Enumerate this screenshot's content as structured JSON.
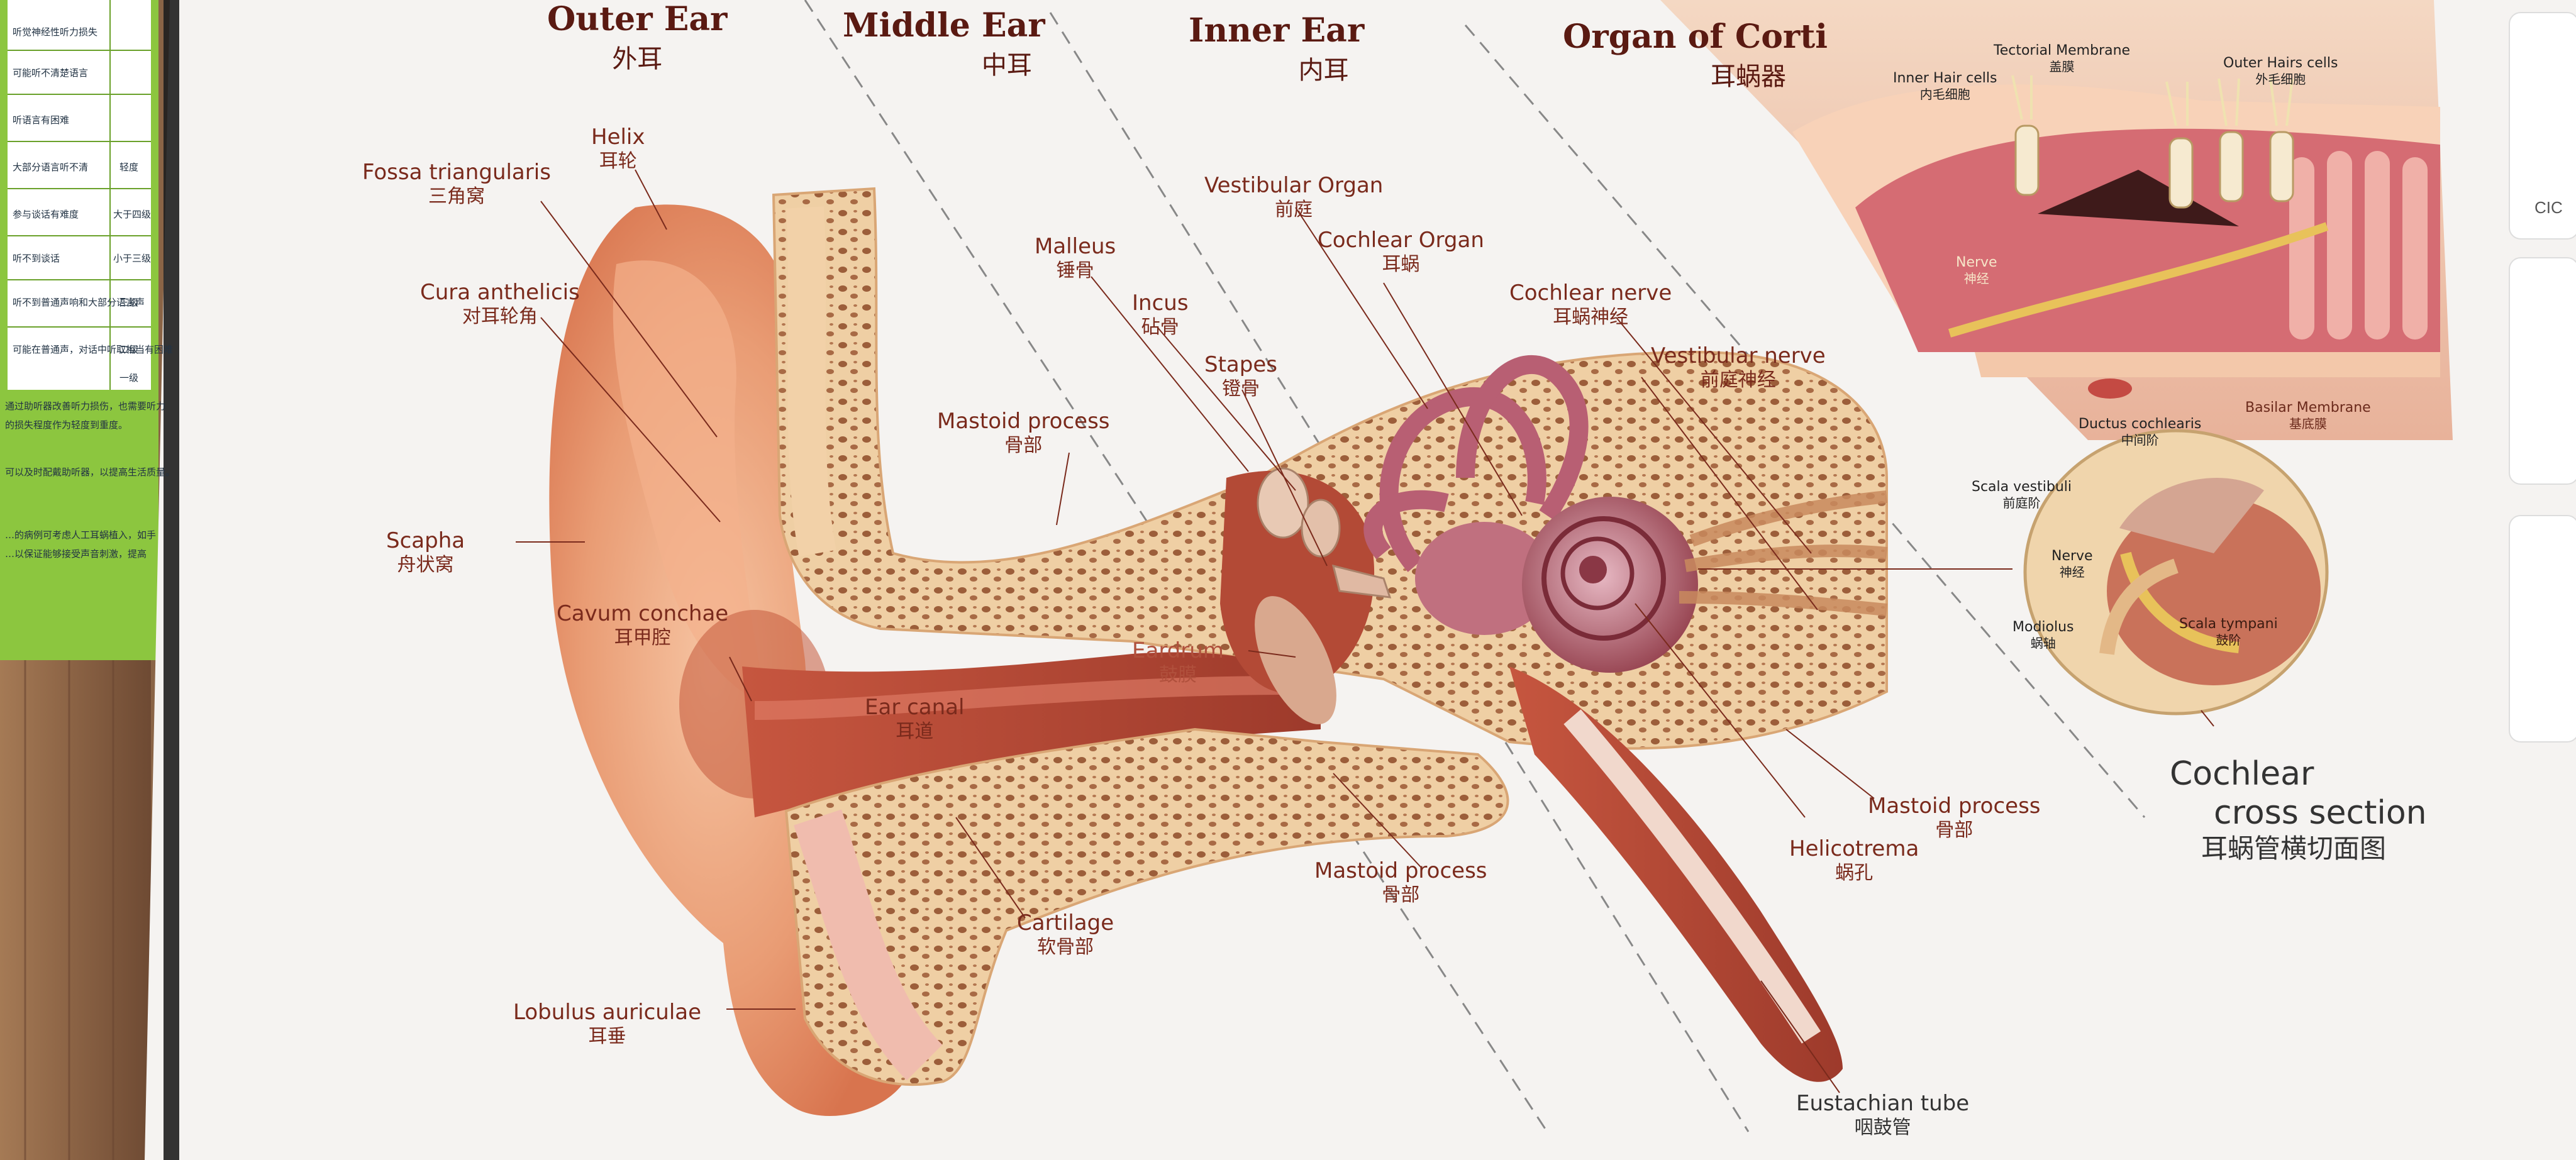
{
  "sections": {
    "outer": {
      "en": "Outer Ear",
      "zh": "外耳"
    },
    "middle": {
      "en": "Middle Ear",
      "zh": "中耳"
    },
    "inner": {
      "en": "Inner Ear",
      "zh": "内耳"
    },
    "corti": {
      "en": "Organ of Corti",
      "zh": "耳蜗器"
    }
  },
  "labels": {
    "helix": {
      "en": "Helix",
      "zh": "耳轮"
    },
    "fossa": {
      "en": "Fossa triangularis",
      "zh": "三角窝"
    },
    "cura": {
      "en": "Cura anthelicis",
      "zh": "对耳轮角"
    },
    "scapha": {
      "en": "Scapha",
      "zh": "舟状窝"
    },
    "cavum": {
      "en": "Cavum conchae",
      "zh": "耳甲腔"
    },
    "canal": {
      "en": "Ear canal",
      "zh": "耳道"
    },
    "lobulus": {
      "en": "Lobulus auriculae",
      "zh": "耳垂"
    },
    "cartilage": {
      "en": "Cartilage",
      "zh": "软骨部"
    },
    "mastoid1": {
      "en": "Mastoid process",
      "zh": "骨部"
    },
    "mastoid2": {
      "en": "Mastoid process",
      "zh": "骨部"
    },
    "mastoid3": {
      "en": "Mastoid process",
      "zh": "骨部"
    },
    "malleus": {
      "en": "Malleus",
      "zh": "锤骨"
    },
    "incus": {
      "en": "Incus",
      "zh": "砧骨"
    },
    "stapes": {
      "en": "Stapes",
      "zh": "镫骨"
    },
    "eardrum": {
      "en": "Eardrum",
      "zh": "鼓膜"
    },
    "vestibular_organ": {
      "en": "Vestibular Organ",
      "zh": "前庭"
    },
    "cochlear_organ": {
      "en": "Cochlear Organ",
      "zh": "耳蜗"
    },
    "cochlear_nerve": {
      "en": "Cochlear nerve",
      "zh": "耳蜗神经"
    },
    "vestibular_nerve": {
      "en": "Vestibular nerve",
      "zh": "前庭神经"
    },
    "helicotrema": {
      "en": "Helicotrema",
      "zh": "蜗孔"
    },
    "eustachian": {
      "en": "Eustachian tube",
      "zh": "咽鼓管"
    }
  },
  "corti_labels": {
    "inner_hair": {
      "en": "Inner Hair cells",
      "zh": "内毛细胞"
    },
    "tectorial": {
      "en": "Tectorial Membrane",
      "zh": "盖膜"
    },
    "outer_hair": {
      "en": "Outer Hairs cells",
      "zh": "外毛细胞"
    },
    "nerve": {
      "en": "Nerve",
      "zh": "神经"
    },
    "basilar": {
      "en": "Basilar Membrane",
      "zh": "基底膜"
    }
  },
  "cross_labels": {
    "ductus": {
      "en": "Ductus cochlearis",
      "zh": "中间阶"
    },
    "vestibuli": {
      "en": "Scala vestibuli",
      "zh": "前庭阶"
    },
    "nerve": {
      "en": "Nerve",
      "zh": "神经"
    },
    "modiolus": {
      "en": "Modiolus",
      "zh": "蜗轴"
    },
    "tympani": {
      "en": "Scala tympani",
      "zh": "鼓阶"
    }
  },
  "cross_title": {
    "line1": "Cochlear",
    "line2": "cross section",
    "zh": "耳蜗管横切面图"
  },
  "side_tab": "CIC",
  "left_poster": {
    "rows": [
      "听觉神经性听力损失",
      "可能听不清楚语言",
      "听语言有困难",
      "大部分语言听不清",
      "参与谈话有难度",
      "听不到谈话",
      "听不到普通声响和大部分语言声",
      "可能在普通声，对话中听取相当有困难"
    ],
    "right_col": [
      "",
      "",
      "",
      "轻度",
      "大于四级",
      "小于三级",
      "三级",
      "二级",
      "一级"
    ],
    "paragraphs": [
      "通过助听器改善听力损伤，也需要听力",
      "的损失程度作为轻度到重度。",
      "可以及时配戴助听器，以提高生活质量。",
      "…的病例可考虑人工耳蜗植入，如手",
      "…以保证能够接受声音刺激，提高"
    ]
  }
}
